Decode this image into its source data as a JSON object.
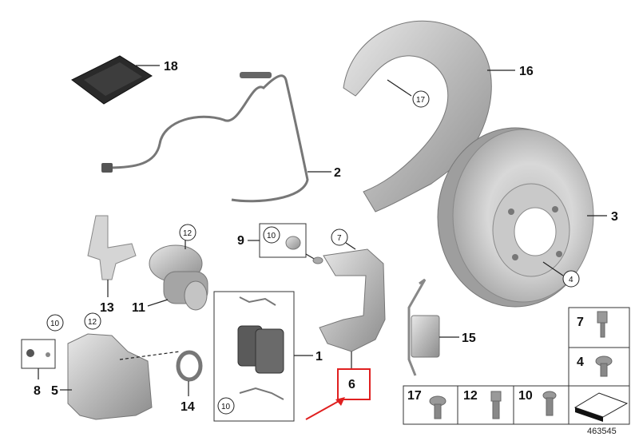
{
  "diagram": {
    "callouts": {
      "p1": "1",
      "p2": "2",
      "p3": "3",
      "p4": "4",
      "p5": "5",
      "p6": "6",
      "p7": "7",
      "p8": "8",
      "p9": "9",
      "p10": "10",
      "p11": "11",
      "p12": "12",
      "p13": "13",
      "p14": "14",
      "p15": "15",
      "p16": "16",
      "p17": "17",
      "p18": "18"
    },
    "circled": {
      "c17_shield": "17",
      "c4_disc": "4",
      "c12_motor": "12",
      "c10_set": "10",
      "c7_carrier": "7",
      "c10_caliper": "10",
      "c12_caliper": "12",
      "c10_pads": "10"
    },
    "legend": {
      "r1": "7",
      "r2": "4",
      "b1": "17",
      "b2": "12",
      "b3": "10"
    },
    "highlight_color": "#e02020",
    "image_number": "463545"
  }
}
